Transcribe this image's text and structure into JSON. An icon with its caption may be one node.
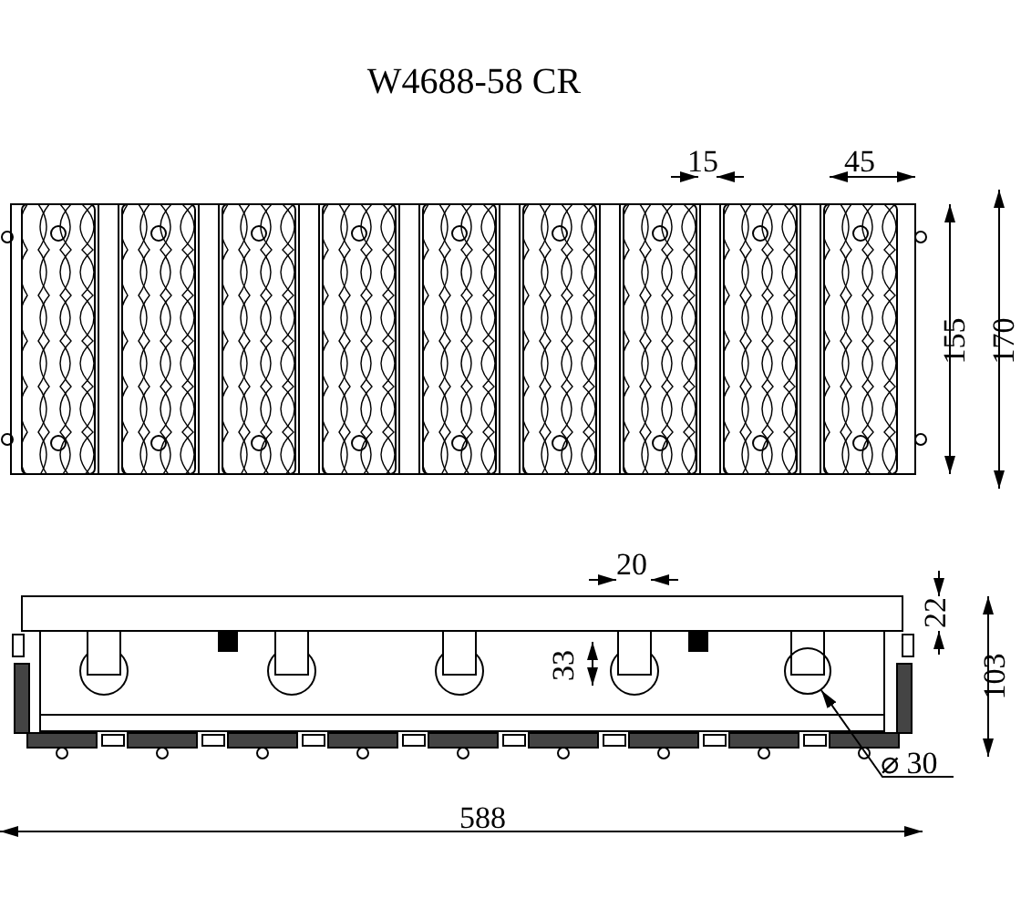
{
  "diagram": {
    "title": "W4688-58 CR",
    "nodes": [
      {
        "text": [
          "⌀ 30"
        ]
      },
      {
        "text": [],
        "shape": "circle"
      }
    ],
    "edges": [
      {
        "from": 0,
        "to": 1,
        "arrow": "to"
      }
    ],
    "labels": [
      "15",
      "45",
      "155",
      "170",
      "20",
      "22",
      "33",
      "103",
      "588"
    ]
  }
}
